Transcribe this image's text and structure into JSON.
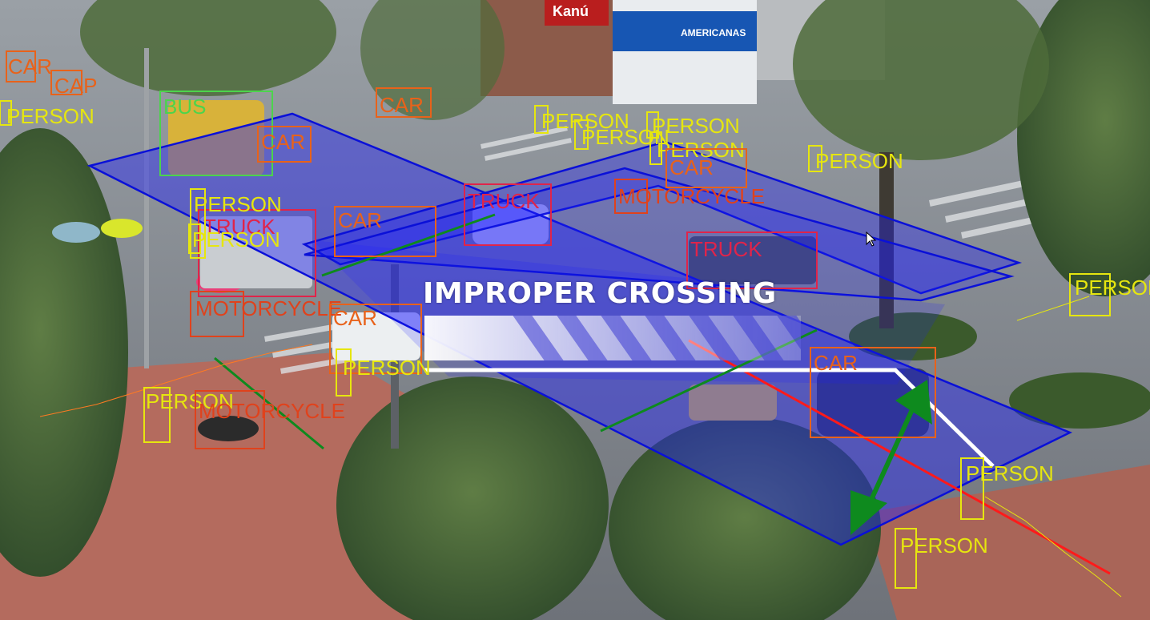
{
  "overlay": {
    "event_title": "IMPROPER CROSSING"
  },
  "signage": {
    "shop_sign": "Kanú",
    "store_sign": "AMERICANAS"
  },
  "colors": {
    "car": "#e8621a",
    "person": "#e6e60f",
    "truck": "#e0244a",
    "bus": "#4cd44c",
    "motorcycle": "#e0421c",
    "zone_fill": "#2a2aff",
    "zone_stroke": "#0a10d8",
    "arrow": "#0e8a1e",
    "trajectory": "#ff1a1a"
  },
  "detections": [
    {
      "label": "CAR",
      "class": "car"
    },
    {
      "label": "CAP",
      "class": "car"
    },
    {
      "label": "PERSON",
      "class": "person"
    },
    {
      "label": "BUS",
      "class": "bus"
    },
    {
      "label": "CAR",
      "class": "car"
    },
    {
      "label": "CAR",
      "class": "car"
    },
    {
      "label": "PERSON",
      "class": "person"
    },
    {
      "label": "PERSON",
      "class": "person"
    },
    {
      "label": "PERSON",
      "class": "person"
    },
    {
      "label": "PERSON",
      "class": "person"
    },
    {
      "label": "PERSON",
      "class": "person"
    },
    {
      "label": "CAR",
      "class": "car"
    },
    {
      "label": "MOTORCYCLE",
      "class": "motorcycle"
    },
    {
      "label": "TRUCK",
      "class": "truck"
    },
    {
      "label": "TRUCK",
      "class": "truck"
    },
    {
      "label": "CAR",
      "class": "car"
    },
    {
      "label": "PERSON",
      "class": "person"
    },
    {
      "label": "PERSON",
      "class": "person"
    },
    {
      "label": "TRUCK",
      "class": "truck"
    },
    {
      "label": "MOTORCYCLE",
      "class": "motorcycle"
    },
    {
      "label": "CAR",
      "class": "car"
    },
    {
      "label": "PERSON",
      "class": "person"
    },
    {
      "label": "PERSON",
      "class": "person"
    },
    {
      "label": "MOTORCYCLE",
      "class": "motorcycle"
    },
    {
      "label": "CAR",
      "class": "car"
    },
    {
      "label": "PERSON",
      "class": "person"
    },
    {
      "label": "PERSON",
      "class": "person"
    },
    {
      "label": "PERSON",
      "class": "person"
    }
  ]
}
